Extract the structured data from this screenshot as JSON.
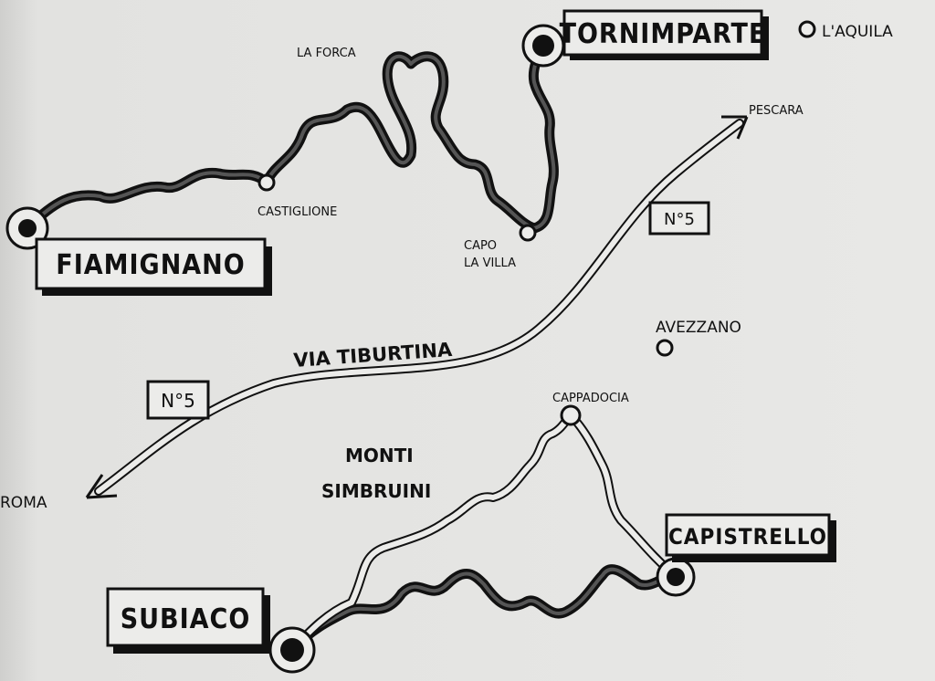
{
  "places": {
    "tornimparte": "TORNIMPARTE",
    "laquila": "L'AQUILA",
    "la_forca": "LA FORCA",
    "pescara": "PESCARA",
    "castiglione": "CASTIGLIONE",
    "fiamignano": "FIAMIGNANO",
    "capo_la_villa_1": "CAPO",
    "capo_la_villa_2": "LA VILLA",
    "avezzano": "AVEZZANO",
    "cappadocia": "CAPPADOCIA",
    "roma": "ROMA",
    "monti_simbruini_1": "MONTI",
    "monti_simbruini_2": "SIMBRUINI",
    "capistrello": "CAPISTRELLO",
    "subiaco": "SUBIACO"
  },
  "roads": {
    "via_tiburtina": "VIA TIBURTINA",
    "route_badge_north": "N°5",
    "route_badge_south": "N°5"
  }
}
